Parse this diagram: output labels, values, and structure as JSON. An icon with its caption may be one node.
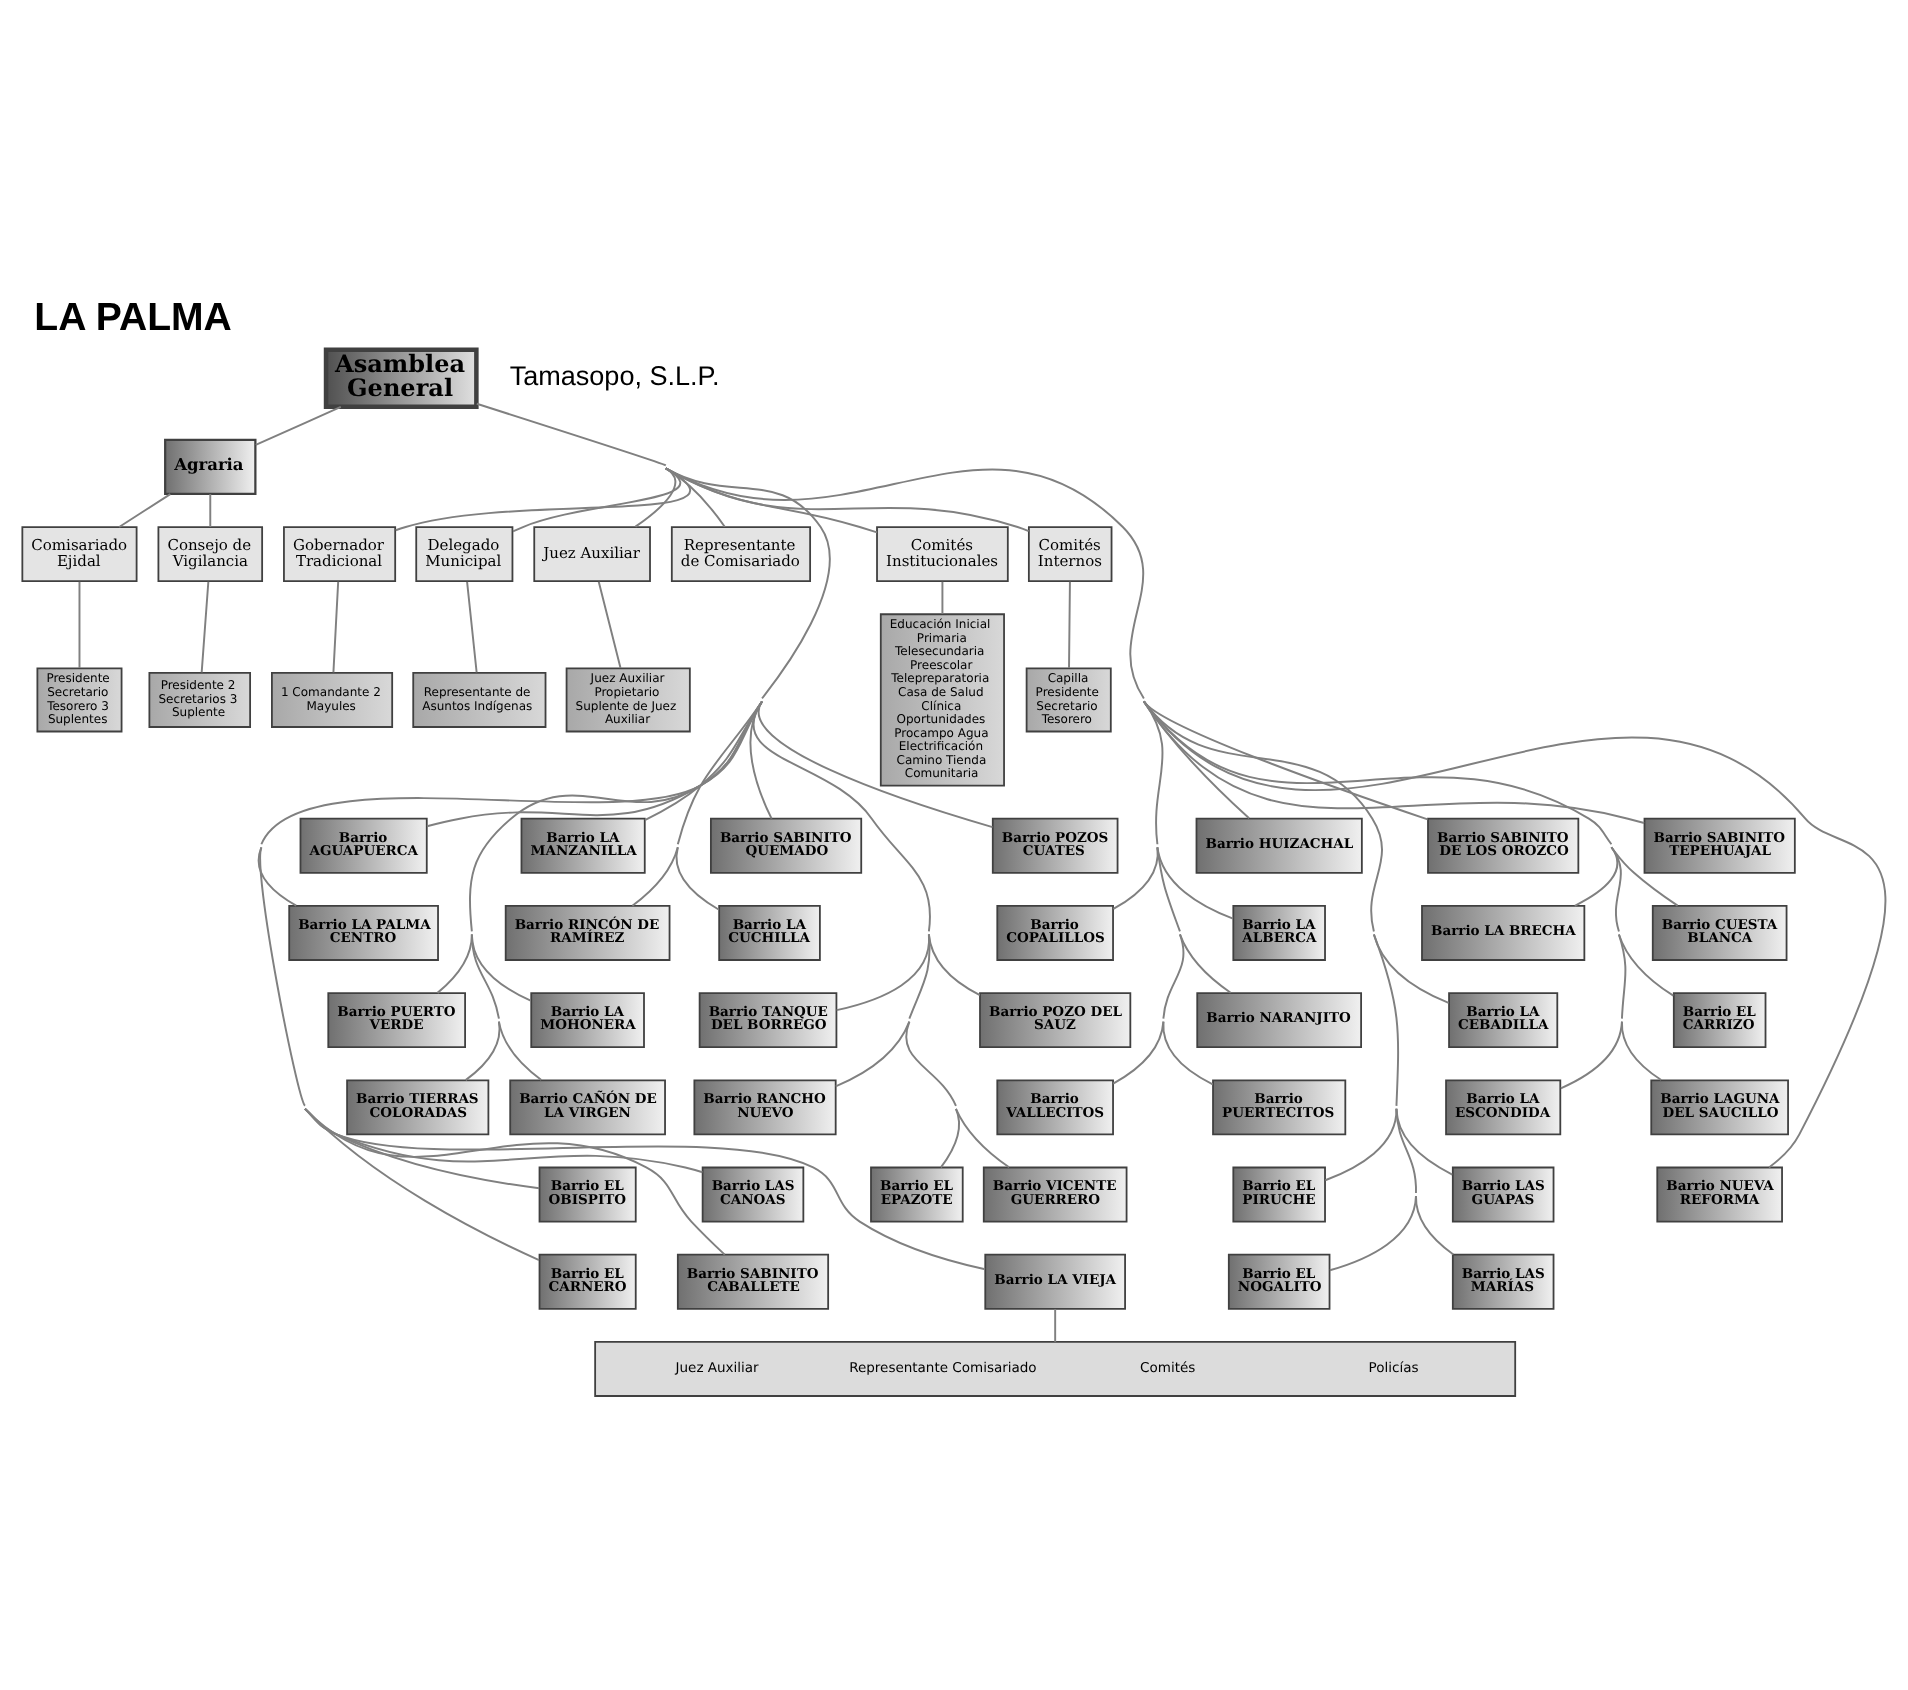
{
  "diagram": {
    "title": "LA PALMA",
    "nodes": [
      {
        "text": [
          "Asamblea General"
        ]
      },
      {
        "text": [
          "Agraria"
        ]
      },
      {
        "text": [
          "Comisariado Ejidal"
        ]
      },
      {
        "text": [
          "Consejo de Vigilancia"
        ]
      },
      {
        "text": [
          "Gobernador Tradicional"
        ]
      },
      {
        "text": [
          "Delegado Municipal"
        ]
      },
      {
        "text": [
          "Juez Auxiliar"
        ]
      },
      {
        "text": [
          "Representante de Comisariado"
        ]
      },
      {
        "text": [
          "Comités Institucionales"
        ]
      },
      {
        "text": [
          "Comités Internos"
        ]
      },
      {
        "text": [
          "Presidente Secretario Tesorero 3 Suplentes"
        ]
      },
      {
        "text": [
          "Presidente 2 Secretarios 3 Suplente"
        ]
      },
      {
        "text": [
          "1 Comandante 2 Mayules"
        ]
      },
      {
        "text": [
          "Representante de Asuntos Indígenas"
        ]
      },
      {
        "text": [
          "Juez Auxiliar Propietario Suplente de Juez Auxiliar"
        ]
      },
      {
        "text": [
          "Educación Inicial Primaria Telesecundaria Preescolar Telepreparatoria Casa de Salud Clínica Oportunidades Procampo Agua Electrificación Camino Tienda Comunitaria"
        ]
      },
      {
        "text": [
          "Capilla Presidente Secretario Tesorero"
        ]
      },
      {
        "text": [
          "Barrio AGUAPUERCA"
        ]
      },
      {
        "text": [
          "Barrio LA MANZANILLA"
        ]
      },
      {
        "text": [
          "Barrio SABINITO QUEMADO"
        ]
      },
      {
        "text": [
          "Barrio POZOS CUATES"
        ]
      },
      {
        "text": [
          "Barrio HUIZACHAL"
        ]
      },
      {
        "text": [
          "Barrio SABINITO DE LOS OROZCO"
        ]
      },
      {
        "text": [
          "Barrio SABINITO TEPEHUAJAL"
        ]
      },
      {
        "text": [
          "Barrio LA PALMA CENTRO"
        ]
      },
      {
        "text": [
          "Barrio RINCÓN DE RAMÍREZ"
        ]
      },
      {
        "text": [
          "Barrio LA CUCHILLA"
        ]
      },
      {
        "text": [
          "Barrio COPALILLOS"
        ]
      },
      {
        "text": [
          "Barrio LA ALBERCA"
        ]
      },
      {
        "text": [
          "Barrio LA BRECHA"
        ]
      },
      {
        "text": [
          "Barrio CUESTA BLANCA"
        ]
      },
      {
        "text": [
          "Barrio PUERTO VERDE"
        ]
      },
      {
        "text": [
          "Barrio LA MOHONERA"
        ]
      },
      {
        "text": [
          "Barrio TANQUE DEL BORREGO"
        ]
      },
      {
        "text": [
          "Barrio POZO DEL SAUZ"
        ]
      },
      {
        "text": [
          "Barrio NARANJITO"
        ]
      },
      {
        "text": [
          "Barrio LA CEBADILLA"
        ]
      },
      {
        "text": [
          "Barrio EL CARRIZO"
        ]
      },
      {
        "text": [
          "Barrio TIERRAS COLORADAS"
        ]
      },
      {
        "text": [
          "Barrio CAÑÓN DE LA VIRGEN"
        ]
      },
      {
        "text": [
          "Barrio RANCHO NUEVO"
        ]
      },
      {
        "text": [
          "Barrio VALLECITOS"
        ]
      },
      {
        "text": [
          "Barrio PUERTECITOS"
        ]
      },
      {
        "text": [
          "Barrio LA ESCONDIDA"
        ]
      },
      {
        "text": [
          "Barrio LAGUNA DEL SAUCILLO"
        ]
      },
      {
        "text": [
          "Barrio EL EPAZOTE"
        ]
      },
      {
        "text": [
          "Barrio EL OBISPITO"
        ]
      },
      {
        "text": [
          "Barrio LAS CANOAS"
        ]
      },
      {
        "text": [
          "Barrio VICENTE GUERRERO"
        ]
      },
      {
        "text": [
          "Barrio EL PIRUCHE"
        ]
      },
      {
        "text": [
          "Barrio LAS GUAPAS"
        ]
      },
      {
        "text": [
          "Barrio NUEVA REFORMA"
        ]
      },
      {
        "text": [
          "Barrio EL CARNERO"
        ]
      },
      {
        "text": [
          "Barrio SABINITO CABALLETE"
        ]
      },
      {
        "text": [
          "Barrio LA VIEJA"
        ]
      },
      {
        "text": [
          "Barrio EL NOGALITO"
        ]
      },
      {
        "text": [
          "Barrio LAS MARÍAS"
        ]
      },
      {
        "text": [
          "Juez Auxiliar",
          "Representante Comisariado",
          "Comités",
          "Policías"
        ]
      }
    ],
    "edges": [
      {
        "from": 0,
        "to": 1,
        "arrow": "none"
      },
      {
        "from": 0,
        "to": 4,
        "arrow": "none"
      },
      {
        "from": 0,
        "to": 5,
        "arrow": "none"
      },
      {
        "from": 1,
        "to": 2,
        "arrow": "none"
      },
      {
        "from": 1,
        "to": 3,
        "arrow": "none"
      },
      {
        "from": 0,
        "to": 6,
        "arrow": "none"
      },
      {
        "from": 0,
        "to": 7,
        "arrow": "none"
      },
      {
        "from": 0,
        "to": 8,
        "arrow": "none"
      },
      {
        "from": 0,
        "to": 9,
        "arrow": "none"
      },
      {
        "from": 2,
        "to": 10,
        "arrow": "none"
      },
      {
        "from": 3,
        "to": 11,
        "arrow": "none"
      },
      {
        "from": 4,
        "to": 12,
        "arrow": "none"
      },
      {
        "from": 5,
        "to": 13,
        "arrow": "none"
      },
      {
        "from": 6,
        "to": 14,
        "arrow": "none"
      },
      {
        "from": 8,
        "to": 15,
        "arrow": "none"
      },
      {
        "from": 9,
        "to": 16,
        "arrow": "none"
      },
      {
        "from": 0,
        "to": 17,
        "arrow": "none"
      },
      {
        "from": 0,
        "to": 18,
        "arrow": "none"
      },
      {
        "from": 0,
        "to": 19,
        "arrow": "none"
      },
      {
        "from": 0,
        "to": 20,
        "arrow": "none"
      },
      {
        "from": 0,
        "to": 21,
        "arrow": "none"
      },
      {
        "from": 0,
        "to": 22,
        "arrow": "none"
      },
      {
        "from": 0,
        "to": 23,
        "arrow": "none"
      },
      {
        "from": 0,
        "to": 24,
        "arrow": "none"
      },
      {
        "from": 0,
        "to": 25,
        "arrow": "none"
      },
      {
        "from": 0,
        "to": 26,
        "arrow": "none"
      },
      {
        "from": 0,
        "to": 27,
        "arrow": "none"
      },
      {
        "from": 0,
        "to": 28,
        "arrow": "none"
      },
      {
        "from": 0,
        "to": 29,
        "arrow": "none"
      },
      {
        "from": 0,
        "to": 30,
        "arrow": "none"
      },
      {
        "from": 0,
        "to": 31,
        "arrow": "none"
      },
      {
        "from": 0,
        "to": 32,
        "arrow": "none"
      },
      {
        "from": 0,
        "to": 33,
        "arrow": "none"
      },
      {
        "from": 0,
        "to": 34,
        "arrow": "none"
      },
      {
        "from": 0,
        "to": 35,
        "arrow": "none"
      },
      {
        "from": 0,
        "to": 36,
        "arrow": "none"
      },
      {
        "from": 0,
        "to": 37,
        "arrow": "none"
      },
      {
        "from": 0,
        "to": 38,
        "arrow": "none"
      },
      {
        "from": 0,
        "to": 39,
        "arrow": "none"
      },
      {
        "from": 0,
        "to": 40,
        "arrow": "none"
      },
      {
        "from": 0,
        "to": 41,
        "arrow": "none"
      },
      {
        "from": 0,
        "to": 42,
        "arrow": "none"
      },
      {
        "from": 0,
        "to": 43,
        "arrow": "none"
      },
      {
        "from": 0,
        "to": 44,
        "arrow": "none"
      },
      {
        "from": 0,
        "to": 45,
        "arrow": "none"
      },
      {
        "from": 0,
        "to": 46,
        "arrow": "none"
      },
      {
        "from": 0,
        "to": 47,
        "arrow": "none"
      },
      {
        "from": 0,
        "to": 48,
        "arrow": "none"
      },
      {
        "from": 0,
        "to": 49,
        "arrow": "none"
      },
      {
        "from": 0,
        "to": 50,
        "arrow": "none"
      },
      {
        "from": 0,
        "to": 51,
        "arrow": "none"
      },
      {
        "from": 0,
        "to": 52,
        "arrow": "none"
      },
      {
        "from": 0,
        "to": 53,
        "arrow": "none"
      },
      {
        "from": 0,
        "to": 54,
        "arrow": "none"
      },
      {
        "from": 0,
        "to": 55,
        "arrow": "none"
      },
      {
        "from": 0,
        "to": 56,
        "arrow": "none"
      },
      {
        "from": 54,
        "to": 57,
        "arrow": "none"
      }
    ],
    "labels": [
      "Tamasopo, S.L.P."
    ]
  }
}
